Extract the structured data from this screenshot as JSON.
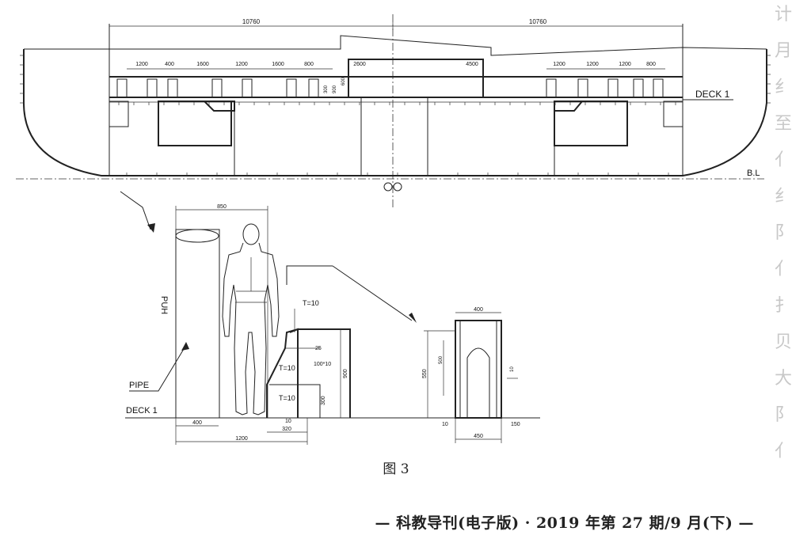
{
  "figure": {
    "top_dims": [
      "10760",
      "10760"
    ],
    "left_dims": [
      "1200",
      "400",
      "1600",
      "1200",
      "1600",
      "800"
    ],
    "center_dims": [
      "2600",
      "4500"
    ],
    "right_dims": [
      "1200",
      "1200",
      "1200",
      "800"
    ],
    "small_vert_dims": [
      "300",
      "900",
      "600"
    ],
    "deck_label": "DECK 1",
    "baseline_label": "B.L",
    "detail": {
      "pipe_width": "850",
      "height_label": "PUH",
      "pipe_label": "PIPE",
      "deck_label": "DECK 1",
      "t_labels": [
        "T=10",
        "T=10",
        "T=10"
      ],
      "dim_25": "25",
      "dim_100x10": "100*10",
      "dim_900": "900",
      "dim_300": "300",
      "dim_10_bottom": "10",
      "dim_320": "320",
      "dim_400": "400",
      "dim_1200": "1200"
    },
    "frame": {
      "top_width": "400",
      "height": "550",
      "inner_height": "500",
      "side_10": "10",
      "bottom_10": "10",
      "bottom_150": "150",
      "bottom_width": "450"
    }
  },
  "caption": "图 3",
  "footer": "— 科教导刊(电子版) · 2019 年第 27 期/9 月(下) —",
  "faded_margin_text": [
    "计",
    "月",
    "纟",
    "至",
    "亻",
    "纟",
    "阝",
    "亻",
    "扌",
    "贝",
    "大",
    "阝",
    "亻"
  ]
}
